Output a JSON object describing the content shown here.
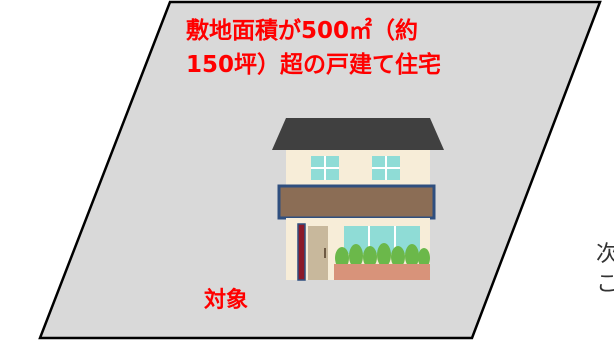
{
  "lot": {
    "title_line1": "敷地面積が500㎡（約",
    "title_line2": "150坪）超の戸建て住宅",
    "target_label": "対象",
    "fill_color": "#d9d9d9",
    "outline_color": "#000000",
    "accent_color": "#ff0000"
  },
  "house": {
    "roof_color": "#404040",
    "wall_color": "#f7edd8",
    "band_color": "#8b6d55",
    "band_border_color": "#2f4f7f",
    "window_color": "#8fdcd6",
    "door_color": "#c8b89c",
    "planter_color": "#d8937a",
    "shrub_color": "#6bb84a"
  },
  "cut_text": {
    "line1": "次",
    "line2": "こ"
  }
}
